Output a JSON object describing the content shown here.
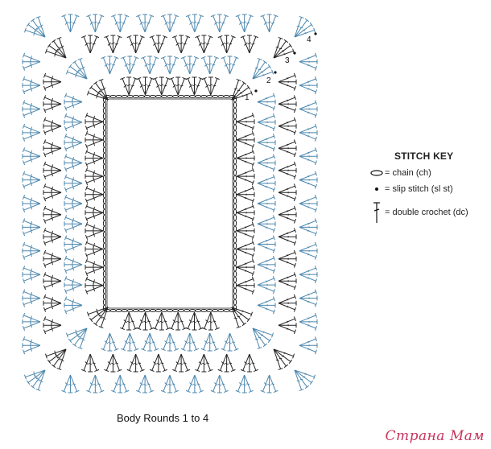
{
  "colors": {
    "odd_rounds": "#222222",
    "even_rounds": "#4b86ad",
    "watermark": "#c8345a"
  },
  "round_labels": [
    "1",
    "2",
    "3",
    "4"
  ],
  "key": {
    "title": "STITCH KEY",
    "items": [
      {
        "symbol": "chain-oval-icon",
        "label": "= chain (ch)"
      },
      {
        "symbol": "slip-stitch-dot-icon",
        "label": "= slip stitch (sl st)"
      },
      {
        "symbol": "double-crochet-icon",
        "label": "= double crochet (dc)"
      }
    ]
  },
  "caption": "Body Rounds  1 to 4",
  "watermark": "Страна Мам"
}
